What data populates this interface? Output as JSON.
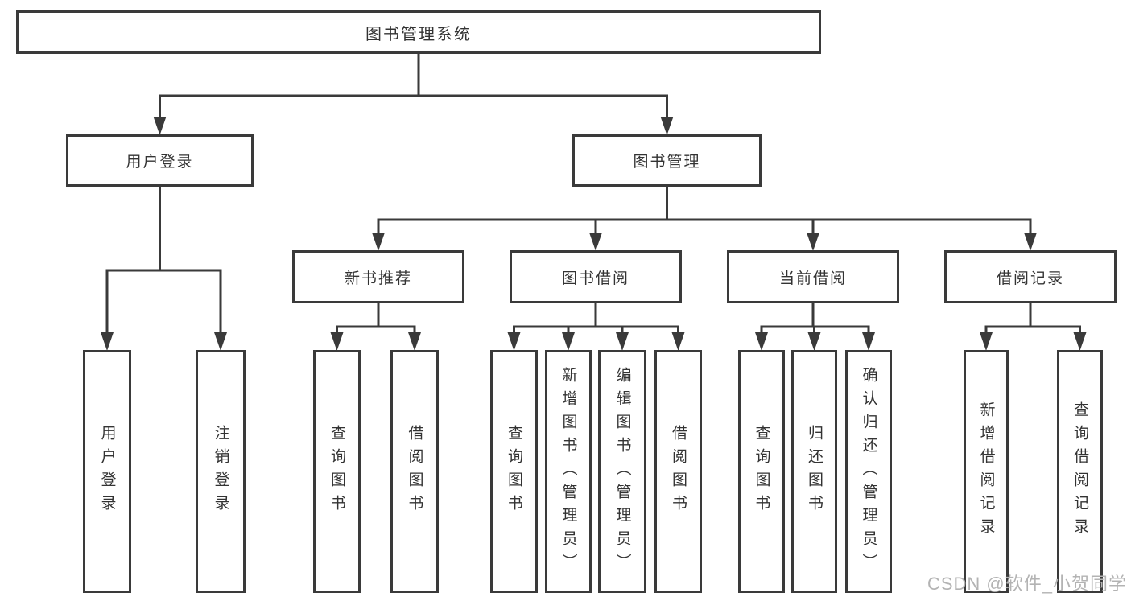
{
  "diagram": {
    "title": "图书管理系统",
    "colors": {
      "line": "#3a3a3a",
      "text": "#333333",
      "background": "#ffffff",
      "watermark": "#b3b3b3"
    },
    "nodes": [
      {
        "id": "root",
        "label": "图书管理系统",
        "parent": null,
        "orientation": "horizontal"
      },
      {
        "id": "login",
        "label": "用户登录",
        "parent": "root",
        "orientation": "horizontal"
      },
      {
        "id": "bookmgmt",
        "label": "图书管理",
        "parent": "root",
        "orientation": "horizontal"
      },
      {
        "id": "newbook",
        "label": "新书推荐",
        "parent": "bookmgmt",
        "orientation": "horizontal"
      },
      {
        "id": "borrow",
        "label": "图书借阅",
        "parent": "bookmgmt",
        "orientation": "horizontal"
      },
      {
        "id": "current",
        "label": "当前借阅",
        "parent": "bookmgmt",
        "orientation": "horizontal"
      },
      {
        "id": "records",
        "label": "借阅记录",
        "parent": "bookmgmt",
        "orientation": "horizontal"
      },
      {
        "id": "user-login",
        "label": "用户登录",
        "parent": "login",
        "orientation": "vertical"
      },
      {
        "id": "logout",
        "label": "注销登录",
        "parent": "login",
        "orientation": "vertical"
      },
      {
        "id": "nb-query",
        "label": "查询图书",
        "parent": "newbook",
        "orientation": "vertical"
      },
      {
        "id": "nb-borrow",
        "label": "借阅图书",
        "parent": "newbook",
        "orientation": "vertical"
      },
      {
        "id": "b-query",
        "label": "查询图书",
        "parent": "borrow",
        "orientation": "vertical"
      },
      {
        "id": "b-add",
        "label": "新增图书（管理员）",
        "parent": "borrow",
        "orientation": "vertical"
      },
      {
        "id": "b-edit",
        "label": "编辑图书（管理员）",
        "parent": "borrow",
        "orientation": "vertical"
      },
      {
        "id": "b-borrow",
        "label": "借阅图书",
        "parent": "borrow",
        "orientation": "vertical"
      },
      {
        "id": "c-query",
        "label": "查询图书",
        "parent": "current",
        "orientation": "vertical"
      },
      {
        "id": "c-return",
        "label": "归还图书",
        "parent": "current",
        "orientation": "vertical"
      },
      {
        "id": "c-confirm",
        "label": "确认归还（管理员）",
        "parent": "current",
        "orientation": "vertical"
      },
      {
        "id": "r-add",
        "label": "新增借阅记录",
        "parent": "records",
        "orientation": "vertical"
      },
      {
        "id": "r-query",
        "label": "查询借阅记录",
        "parent": "records",
        "orientation": "vertical"
      }
    ],
    "watermark": "CSDN @软件_小贺同学"
  }
}
